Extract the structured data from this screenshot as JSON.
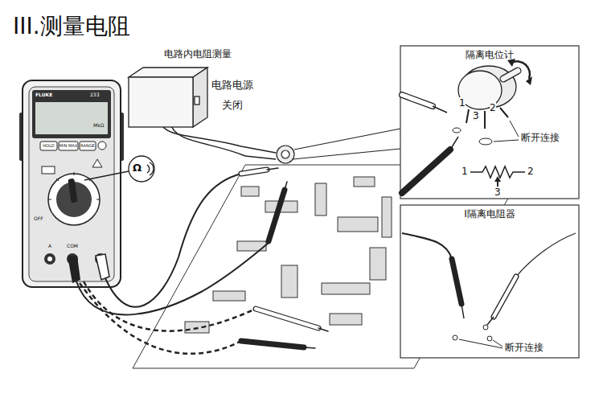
{
  "diagram": {
    "title": "III.测量电阻",
    "nodes": [
      {
        "text": [
          "隔离电位计"
        ]
      },
      {
        "text": [
          "I隔离电阻器"
        ]
      },
      {
        "text": [
          "电路电源 关闭"
        ]
      }
    ],
    "labels": [
      "电路内电阻测量",
      "1",
      "3",
      "2",
      "断开连接",
      "1",
      "2",
      "3",
      "断开连接",
      "FLUKE",
      "233",
      "MkΩ",
      "HOLD",
      "MIN MAX",
      "RANGE",
      "OFF",
      "A",
      "COM",
      "Ω"
    ]
  }
}
